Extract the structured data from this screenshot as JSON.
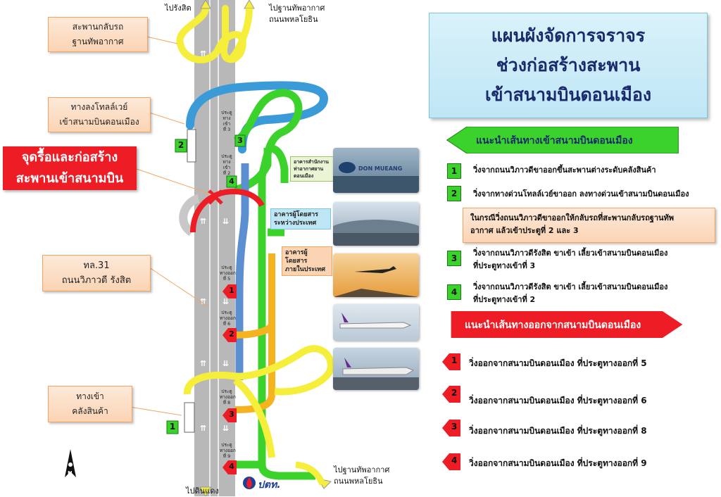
{
  "title": {
    "line1": "แผนผังจัดการจราจร",
    "line2": "ช่วงก่อสร้างสะพาน",
    "line3": "เข้าสนามบินดอนเมือง"
  },
  "callouts": {
    "uturn_bridge": [
      "สะพานกลับรถ",
      "ฐานทัพอากาศ"
    ],
    "tollway_ramp": [
      "ทางลงโทลล์เวย์",
      "เข้าสนามบินดอนเมือง"
    ],
    "construction_point": [
      "จุดรื้อและก่อสร้าง",
      "สะพานเข้าสนามบิน"
    ],
    "highway31": [
      "ทล.31",
      "ถนนวิภาวดี รังสิต"
    ],
    "cargo_entrance": [
      "ทางเข้า",
      "คลังสินค้า"
    ]
  },
  "map_labels": {
    "to_rangsit": "ไปรังสิต",
    "to_airbase_top": [
      "ไปฐานทัพอากาศ",
      "ถนนพหลโยธิน"
    ],
    "to_dindaeng": "ไปดินแดง",
    "to_airbase_bottom": [
      "ไปฐานทัพอากาศ",
      "ถนนพหลโยธิน"
    ],
    "gate_in_3": [
      "ประตู",
      "ทางเข้า",
      "ที่ 3"
    ],
    "gate_in_2": [
      "ประตู",
      "ทางเข้า",
      "ที่ 2"
    ],
    "gate_out_5": [
      "ประตู",
      "ทางออก",
      "ที่ 5"
    ],
    "gate_out_6": [
      "ประตู",
      "ทางออก",
      "ที่ 6"
    ],
    "gate_out_8": [
      "ประตู",
      "ทางออก",
      "ที่ 8"
    ],
    "gate_out_9": [
      "ประตู",
      "ทางออก",
      "ที่ 9"
    ],
    "building_office": [
      "อาคารสำนักงาน",
      "ท่าอากาศยาน",
      "ดอนเมือง"
    ],
    "building_intl": [
      "อาคารผู้โดยสาร",
      "ระหว่างประเทศ"
    ],
    "building_domestic": [
      "อาคารผู้โดยสาร",
      "ภายในประเทศ"
    ],
    "logo_text": "ปตท.",
    "north": "N"
  },
  "map_markers": {
    "green": [
      "1",
      "2",
      "3",
      "4"
    ],
    "red": [
      "1",
      "2",
      "3",
      "4"
    ]
  },
  "photos": {
    "first_sign": "DON MUEANG"
  },
  "entry_section": {
    "heading": "แนะนำเส้นทางเข้าสนามบินดอนเมือง",
    "items": [
      {
        "num": "1",
        "lines": [
          "วิ่งจากถนนวิภาวดีขาออกขึ้นสะพานต่างระดับคลังสินค้า"
        ]
      },
      {
        "num": "2",
        "lines": [
          "วิ่งจากทางด่วนโทลล์เวย์ขาออก ลงทางด่วนเข้าสนามบินดอนเมือง"
        ]
      },
      {
        "num": "3",
        "lines": [
          "วิ่งจากถนนวิภาวดีรังสิต ขาเข้า เลี้ยวเข้าสนามบินดอนเมือง",
          "ที่ประตูทางเข้าที่ 3"
        ]
      },
      {
        "num": "4",
        "lines": [
          "วิ่งจากถนนวิภาวดีรังสิต ขาเข้า เลี้ยวเข้าสนามบินดอนเมือง",
          "ที่ประตูทางเข้าที่ 2"
        ]
      }
    ],
    "note": [
      "ในกรณีวิ่งถนนวิภาวดีขาออกให้กลับรถที่สะพานกลับรถฐานทัพ",
      "อากาศ แล้วเข้าประตูที่ 2 และ 3"
    ]
  },
  "exit_section": {
    "heading": "แนะนำเส้นทางออกจากสนามบินดอนเมือง",
    "items": [
      {
        "num": "1",
        "text": "วิ่งออกจากสนามบินดอนเมือง ที่ประตูทางออกที่ 5"
      },
      {
        "num": "2",
        "text": "วิ่งออกจากสนามบินดอนเมือง ที่ประตูทางออกที่ 6"
      },
      {
        "num": "3",
        "text": "วิ่งออกจากสนามบินดอนเมือง ที่ประตูทางออกที่ 8"
      },
      {
        "num": "4",
        "text": "วิ่งออกจากสนามบินดอนเมือง ที่ประตูทางออกที่ 9"
      }
    ]
  },
  "colors": {
    "entry_green": "#3cd22c",
    "exit_red": "#ee1c24",
    "title_navy": "#1b2a6b",
    "title_bg": "#cdeef8",
    "road_gray": "#b8b8b8",
    "route_yellow": "#f5ee3a",
    "route_blue": "#3a9bd8",
    "route_orange": "#f5b31f",
    "route_steel_blue": "#5b8fd0"
  }
}
